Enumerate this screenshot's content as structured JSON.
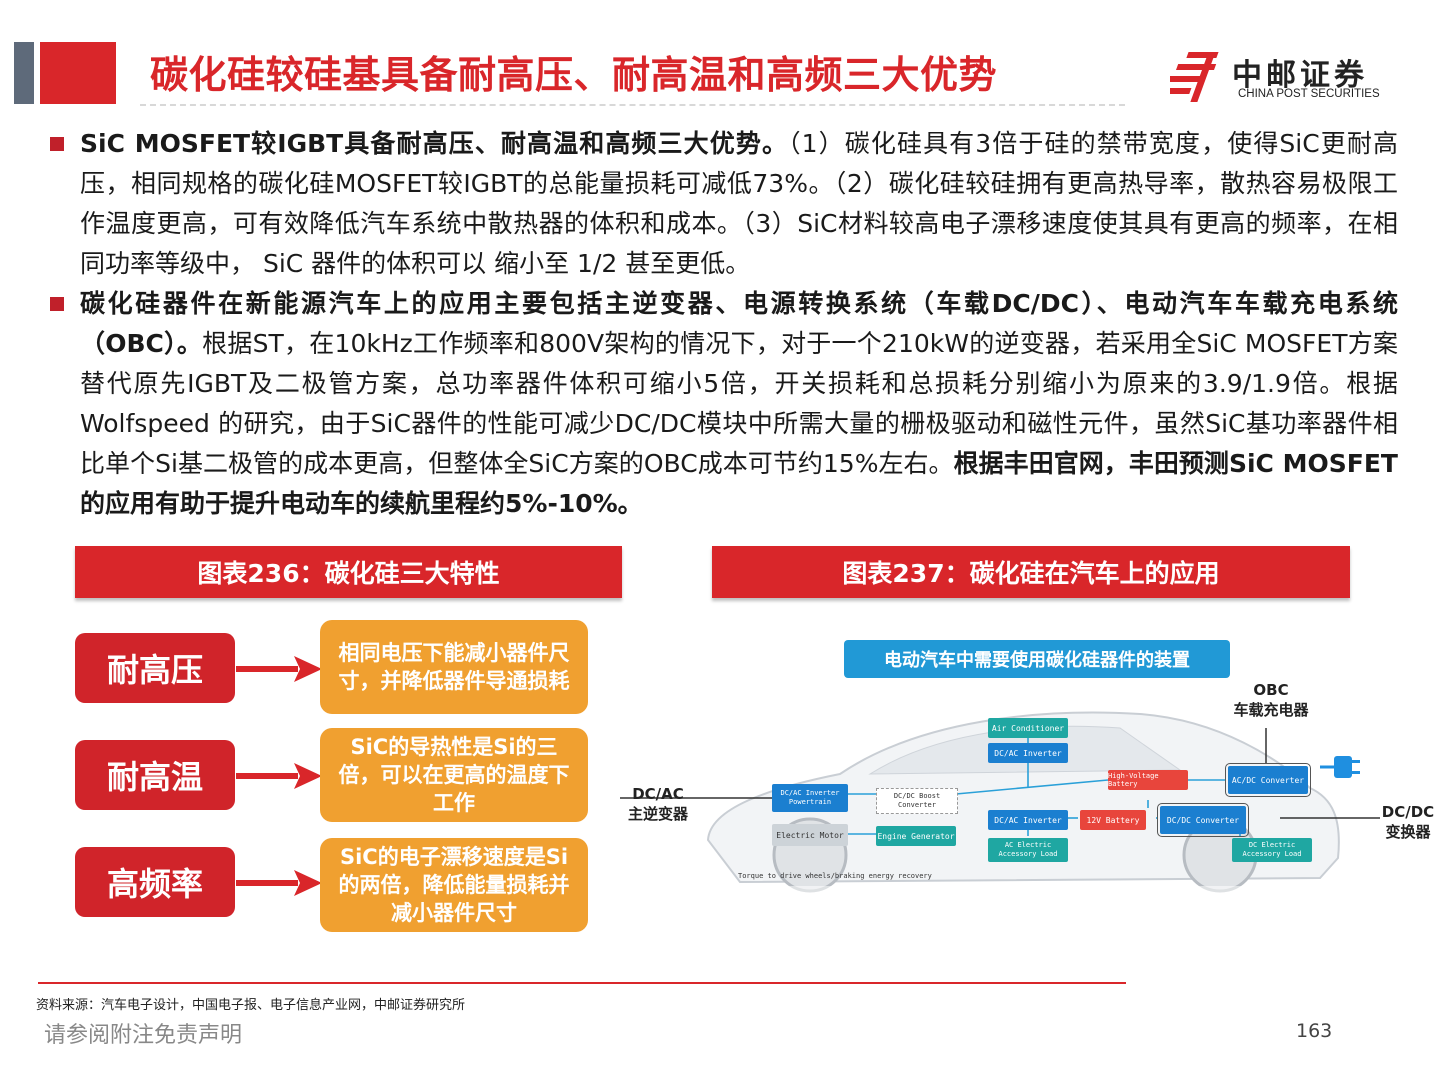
{
  "header": {
    "title": "碳化硅较硅基具备耐高压、耐高温和高频三大优势",
    "logo_cn": "中邮证券",
    "logo_en": "CHINA POST SECURITIES"
  },
  "bullets": [
    {
      "bold_lead": "SiC MOSFET较IGBT具备耐高压、耐高温和高频三大优势。",
      "text": "（1）碳化硅具有3倍于硅的禁带宽度，使得SiC更耐高压，相同规格的碳化硅MOSFET较IGBT的总能量损耗可减低73%。（2）碳化硅较硅拥有更高热导率，散热容易极限工作温度更高，可有效降低汽车系统中散热器的体积和成本。（3）SiC材料较高电子漂移速度使其具有更高的频率，在相同功率等级中， SiC 器件的体积可以 缩小至 1/2 甚至更低。"
    },
    {
      "bold_lead": "碳化硅器件在新能源汽车上的应用主要包括主逆变器、电源转换系统（车载DC/DC）、电动汽车车载充电系统（OBC）。",
      "text": "根据ST，在10kHz工作频率和800V架构的情况下，对于一个210kW的逆变器，若采用全SiC MOSFET方案替代原先IGBT及二极管方案，总功率器件体积可缩小5倍，开关损耗和总损耗分别缩小为原来的3.9/1.9倍。根据Wolfspeed 的研究，由于SiC器件的性能可减少DC/DC模块中所需大量的栅极驱动和磁性元件，虽然SiC基功率器件相比单个Si基二极管的成本更高，但整体全SiC方案的OBC成本可节约15%左右。",
      "bold_tail": "根据丰田官网，丰田预测SiC MOSFET的应用有助于提升电动车的续航里程约5%-10%。"
    }
  ],
  "chart236": {
    "title": "图表236：碳化硅三大特性",
    "features": [
      {
        "label": "耐高压",
        "desc": "相同电压下能减小器件尺寸，并降低器件导通损耗"
      },
      {
        "label": "耐高温",
        "desc": "SiC的导热性是Si的三倍，可以在更高的温度下工作"
      },
      {
        "label": "高频率",
        "desc": "SiC的电子漂移速度是Si的两倍，降低能量损耗并减小器件尺寸"
      }
    ]
  },
  "chart237": {
    "title": "图表237：碳化硅在汽车上的应用",
    "diagram_title": "电动汽车中需要使用碳化硅器件的装置",
    "label_obc": "OBC\n车载充电器",
    "label_main_inverter": "DC/AC\n主逆变器",
    "label_dcdc": "DC/DC\n变换器",
    "boxes": {
      "air_conditioner": "Air Conditioner",
      "dcac_inverter_top": "DC/AC Inverter",
      "inverter_powertrain": "DC/AC Inverter Powertrain",
      "boost_converter": "DC/DC Boost Converter",
      "hv_battery": "High-Voltage Battery",
      "acdc_converter": "AC/DC Converter",
      "electric_motor": "Electric Motor",
      "engine_generator": "Engine Generator",
      "dcac_inverter_mid": "DC/AC Inverter",
      "battery_12v": "12V Battery",
      "dcdc_converter": "DC/DC Converter",
      "ac_load": "AC Electric Accessory Load",
      "dc_load": "DC Electric Accessory Load",
      "torque_note": "Torque to drive wheels/braking energy recovery"
    }
  },
  "footer": {
    "source": "资料来源：汽车电子设计，中国电子报、电子信息产业网，中邮证券研究所",
    "disclaimer": "请参阅附注免责声明",
    "page_number": "163"
  },
  "colors": {
    "brand_red": "#d9262a",
    "orange": "#f0a030",
    "diagram_blue": "#2199d6",
    "box_teal": "#1fa7a2"
  }
}
